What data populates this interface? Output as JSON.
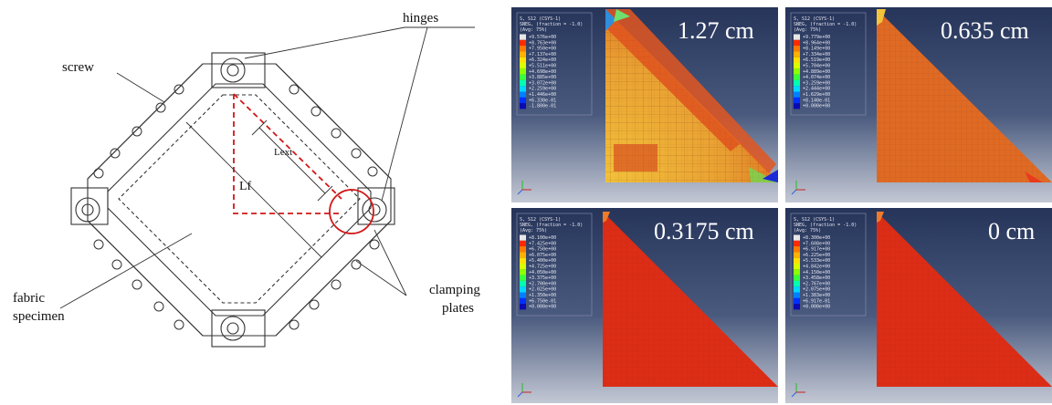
{
  "diagram": {
    "labels": {
      "hinges": "hinges",
      "screw": "screw",
      "fabric": "fabric",
      "specimen": "specimen",
      "clamping": "clamping",
      "plates": "plates",
      "l_f": "Lf",
      "l_ext": "Lext"
    }
  },
  "panels": [
    {
      "title": "1.27 cm",
      "legend_header": [
        "S, S12 (CSYS-1)",
        "SNEG, (fraction = -1.0)",
        "(Avg: 75%)"
      ],
      "legend_values": [
        "+9.576e+00",
        "+8.763e+00",
        "+7.950e+00",
        "+7.137e+00",
        "+6.324e+00",
        "+5.511e+00",
        "+4.698e+00",
        "+3.885e+00",
        "+3.072e+00",
        "+2.259e+00",
        "+1.446e+00",
        "+6.330e-01",
        "-1.800e-01"
      ]
    },
    {
      "title": "0.635 cm",
      "legend_header": [
        "S, S12 (CSYS-1)",
        "SNEG, (fraction = -1.0)",
        "(Avg: 75%)"
      ],
      "legend_values": [
        "+9.779e+00",
        "+8.964e+00",
        "+8.149e+00",
        "+7.334e+00",
        "+6.519e+00",
        "+5.704e+00",
        "+4.889e+00",
        "+4.074e+00",
        "+3.259e+00",
        "+2.444e+00",
        "+1.629e+00",
        "+8.140e-01",
        "+0.000e+00"
      ]
    },
    {
      "title": "0.3175 cm",
      "legend_header": [
        "S, S12 (CSYS-1)",
        "SNEG, (fraction = -1.0)",
        "(Avg: 75%)"
      ],
      "legend_values": [
        "+8.100e+00",
        "+7.425e+00",
        "+6.750e+00",
        "+6.075e+00",
        "+5.400e+00",
        "+4.725e+00",
        "+4.050e+00",
        "+3.375e+00",
        "+2.700e+00",
        "+2.025e+00",
        "+1.350e+00",
        "+6.750e-01",
        "+0.000e+00"
      ]
    },
    {
      "title": "0 cm",
      "legend_header": [
        "S, S12 (CSYS-1)",
        "SNEG, (fraction = -1.0)",
        "(Avg: 75%)"
      ],
      "legend_values": [
        "+8.300e+00",
        "+7.608e+00",
        "+6.917e+00",
        "+6.225e+00",
        "+5.533e+00",
        "+4.842e+00",
        "+4.150e+00",
        "+3.458e+00",
        "+2.767e+00",
        "+2.075e+00",
        "+1.383e+00",
        "+6.917e-01",
        "+0.000e+00"
      ]
    }
  ],
  "legend_colors": [
    "#e8e8e8",
    "#ff2a00",
    "#ff7a00",
    "#ffb000",
    "#ffe000",
    "#d8ff00",
    "#8cff00",
    "#38ff3c",
    "#00ffb0",
    "#00d8ff",
    "#0080ff",
    "#0030ff",
    "#0a0ab0"
  ],
  "colors": {
    "panel_bg_top": "#2b3a5c",
    "panel_bg_bottom": "#c7cbd6",
    "dominant_red": "#d8361c",
    "orange": "#e8702a"
  }
}
